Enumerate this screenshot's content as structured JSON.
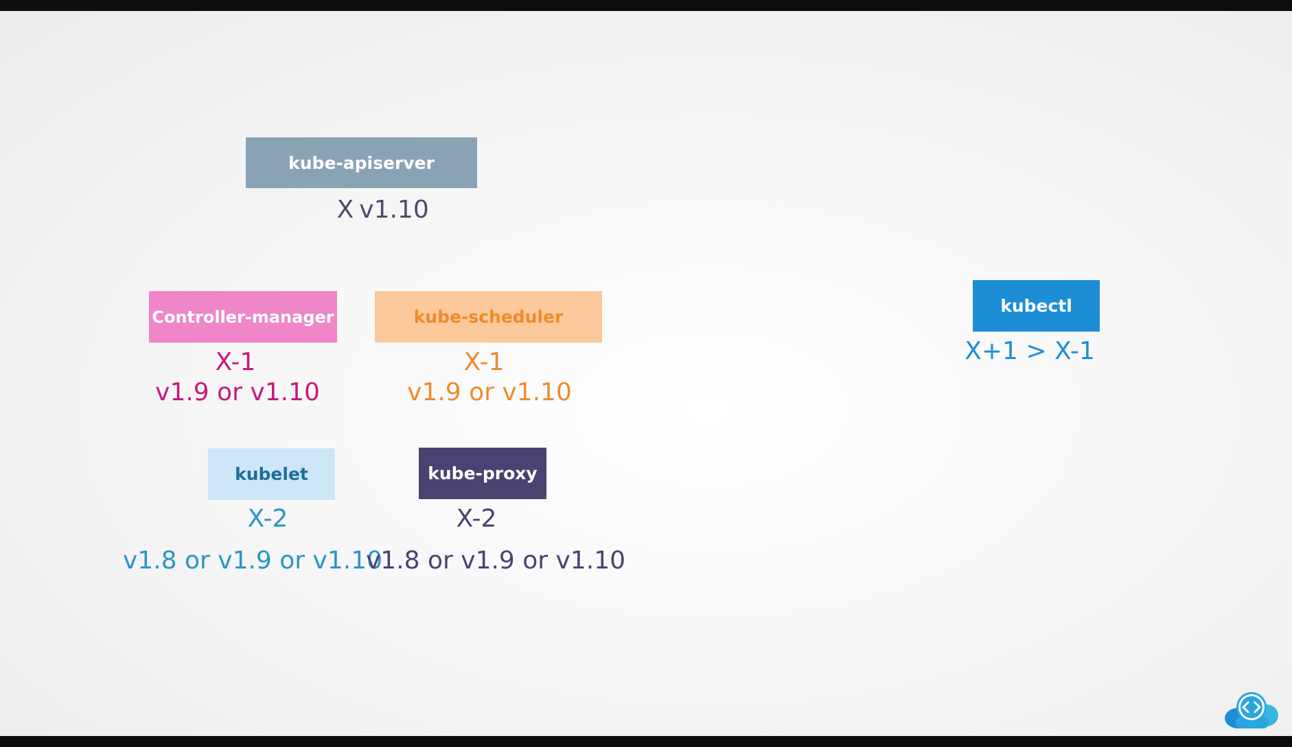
{
  "components": {
    "apiserver": {
      "label": "kube-apiserver",
      "rel": "X",
      "versions": "v1.10",
      "bg": "#8aa3b4",
      "fg": "#ffffff"
    },
    "controller_manager": {
      "label": "Controller-manager",
      "rel": "X-1",
      "versions": "v1.9 or v1.10",
      "bg": "#ef86c8",
      "fg": "#c8187f"
    },
    "scheduler": {
      "label": "kube-scheduler",
      "rel": "X-1",
      "versions": "v1.9 or v1.10",
      "bg": "#fbc89b",
      "fg": "#f08a2c"
    },
    "kubelet": {
      "label": "kubelet",
      "rel": "X-2",
      "versions": "v1.8 or v1.9 or v1.10",
      "bg": "#cde6f8",
      "fg": "#2a95c8"
    },
    "kube_proxy": {
      "label": "kube-proxy",
      "rel": "X-2",
      "versions": "v1.8 or v1.9 or v1.10",
      "bg": "#4a4270",
      "fg": "#4a4270"
    },
    "kubectl": {
      "label": "kubectl",
      "rel": "X+1 > X-1",
      "bg": "#1d8ed6",
      "fg": "#1d8ed6"
    }
  },
  "logo": {
    "icon": "code-cloud-icon",
    "color": "#29a6dd"
  }
}
